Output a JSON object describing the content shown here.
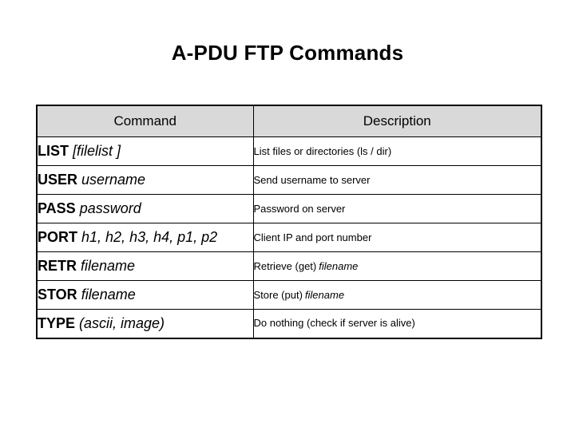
{
  "slide": {
    "title": "A-PDU FTP Commands",
    "background_color": "#ffffff",
    "text_color": "#000000"
  },
  "table": {
    "header_background": "#d9d9d9",
    "border_color": "#000000",
    "columns": [
      {
        "key": "command",
        "label": "Command"
      },
      {
        "key": "description",
        "label": "Description"
      }
    ],
    "rows": [
      {
        "command_name": "LIST",
        "command_arg": "[filelist ]",
        "description_text": "List files or directories (ls / dir)",
        "description_em": ""
      },
      {
        "command_name": "USER",
        "command_arg": "username",
        "description_text": "Send username to server",
        "description_em": ""
      },
      {
        "command_name": "PASS",
        "command_arg": "password",
        "description_text": "Password on server",
        "description_em": ""
      },
      {
        "command_name": "PORT",
        "command_arg": "h1, h2, h3, h4, p1, p2",
        "description_text": "Client IP and port number",
        "description_em": ""
      },
      {
        "command_name": "RETR",
        "command_arg": "filename",
        "description_text": "Retrieve (get)",
        "description_em": "filename"
      },
      {
        "command_name": "STOR",
        "command_arg": "filename",
        "description_text": "Store (put)",
        "description_em": "filename"
      },
      {
        "command_name": "TYPE",
        "command_arg": "(ascii, image)",
        "description_text": "Do nothing (check if server is alive)",
        "description_em": ""
      }
    ]
  }
}
